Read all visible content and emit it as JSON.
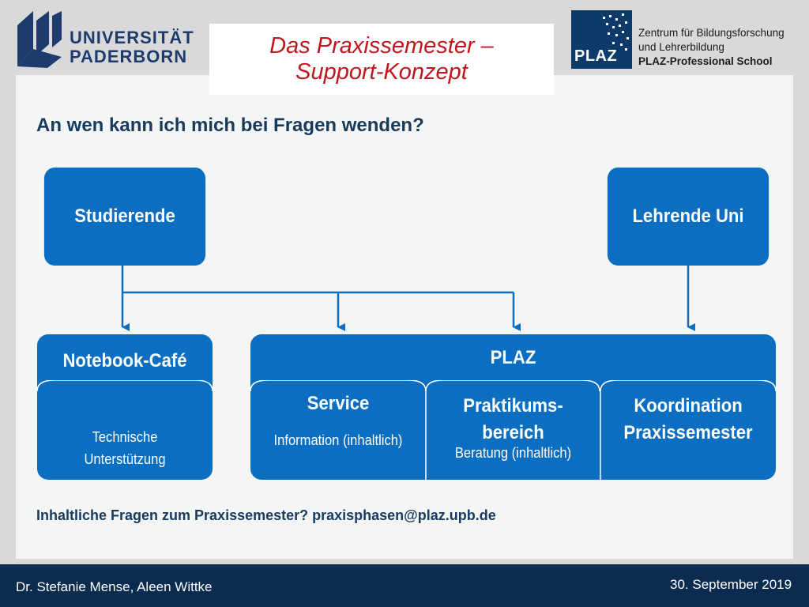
{
  "header": {
    "university_line1": "UNIVERSITÄT",
    "university_line2": "PADERBORN",
    "title_line1": "Das Praxissemester –",
    "title_line2": "Support-Konzept",
    "plaz_logo_text": "PLAZ",
    "plaz_desc_line1": "Zentrum für Bildungsforschung",
    "plaz_desc_line2": "und Lehrerbildung",
    "plaz_desc_line3": "PLAZ-Professional School"
  },
  "question": "An wen kann ich mich bei Fragen wenden?",
  "diagram": {
    "studierende": "Studierende",
    "lehrende": "Lehrende Uni",
    "notebook_title": "Notebook-Café",
    "notebook_desc_line1": "Technische",
    "notebook_desc_line2": "Unterstützung",
    "plaz_title": "PLAZ",
    "service_title": "Service",
    "service_desc": "Information (inhaltlich)",
    "praktikum_line1": "Praktikums-",
    "praktikum_line2": "bereich",
    "praktikum_desc": "Beratung (inhaltlich)",
    "koordination_line1": "Koordination",
    "koordination_line2": "Praxissemester"
  },
  "info": "Inhaltliche Fragen zum Praxissemester? praxisphasen@plaz.upb.de",
  "footer": {
    "authors": "Dr. Stefanie Mense, Aleen Wittke",
    "date": "30. September 2019"
  },
  "colors": {
    "box_blue": "#0b6ec1",
    "title_red": "#c0171f",
    "dark_navy": "#0b2c4f"
  }
}
